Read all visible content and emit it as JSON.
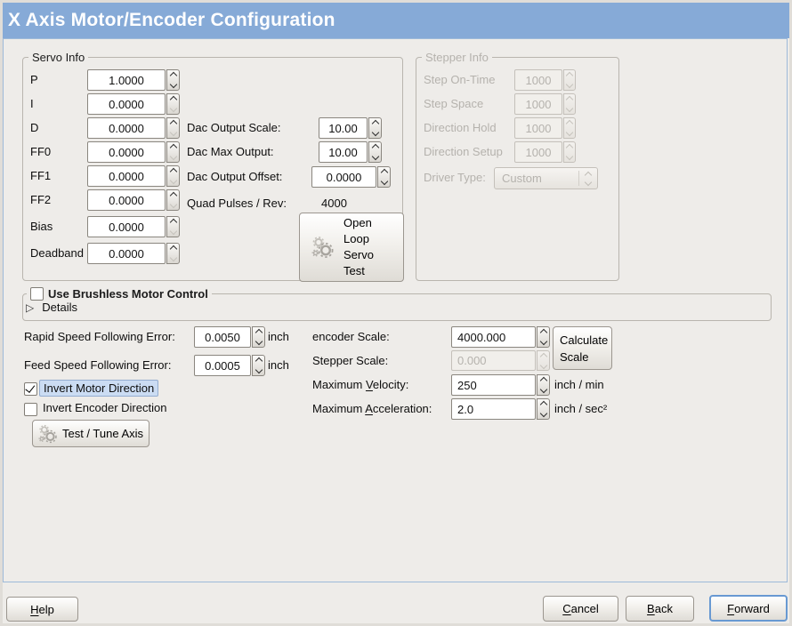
{
  "window": {
    "title": "X Axis Motor/Encoder Configuration"
  },
  "colors": {
    "titlebar": "#86aad7",
    "selection_highlight": "#cbdcf3",
    "focus_border": "#6899d2",
    "disabled_text": "#b5b2ad",
    "frame_border": "#b9b5ae"
  },
  "icons": {
    "details_expander": "▷",
    "open_loop_gears": "two-gears",
    "test_tune_gears": "two-gears",
    "spin_up": "chevron-up",
    "spin_down": "chevron-down",
    "combo_arrows": "chevron-up-down",
    "checkmark": "✓"
  },
  "servo_info": {
    "legend": "Servo Info",
    "rows": [
      {
        "label": "P",
        "value": "1.0000"
      },
      {
        "label": "I",
        "value": "0.0000"
      },
      {
        "label": "D",
        "value": "0.0000"
      },
      {
        "label": "FF0",
        "value": "0.0000"
      },
      {
        "label": "FF1",
        "value": "0.0000"
      },
      {
        "label": "FF2",
        "value": "0.0000"
      },
      {
        "label": "Bias",
        "value": "0.0000"
      },
      {
        "label": "Deadband",
        "value": "0.0000"
      }
    ],
    "dac": [
      {
        "label": "Dac Output Scale:",
        "value": "10.00"
      },
      {
        "label": "Dac Max Output:",
        "value": "10.00"
      },
      {
        "label": "Dac Output Offset:",
        "value": "0.0000"
      }
    ],
    "quad_pulses_label": "Quad Pulses / Rev:",
    "quad_pulses_value": "4000",
    "open_loop_button": "Open\nLoop\nServo\nTest"
  },
  "stepper_info": {
    "legend": "Stepper Info",
    "rows": [
      {
        "label": "Step On-Time",
        "value": "1000"
      },
      {
        "label": "Step Space",
        "value": "1000"
      },
      {
        "label": "Direction Hold",
        "value": "1000"
      },
      {
        "label": "Direction Setup",
        "value": "1000"
      }
    ],
    "driver_type_label": "Driver Type:",
    "driver_type_value": "Custom"
  },
  "brushless": {
    "checkbox_label": "Use Brushless Motor Control",
    "details_label": "Details"
  },
  "following_error": {
    "rapid_label": "Rapid Speed Following Error:",
    "rapid_value": "0.0050",
    "rapid_unit": "inch",
    "feed_label": "Feed Speed Following Error:",
    "feed_value": "0.0005",
    "feed_unit": "inch"
  },
  "options": {
    "invert_motor_label": "Invert Motor Direction",
    "invert_encoder_label": "Invert Encoder Direction",
    "test_tune_button": "Test / Tune Axis"
  },
  "scales": {
    "encoder_scale_label": "encoder Scale:",
    "encoder_scale_value": "4000.000",
    "calculate_scale_button": "Calculate\nScale",
    "stepper_scale_label": "Stepper Scale:",
    "stepper_scale_value": "0.000",
    "max_velocity": {
      "pre": "Maximum ",
      "u": "V",
      "post": "elocity:"
    },
    "max_velocity_value": "250",
    "max_velocity_unit": "inch / min",
    "max_accel": {
      "pre": "Maximum ",
      "u": "A",
      "post": "cceleration:"
    },
    "max_accel_value": "2.0",
    "max_accel_unit": "inch / sec²"
  },
  "actions": {
    "help": {
      "u": "H",
      "post": "elp"
    },
    "cancel": {
      "u": "C",
      "post": "ancel"
    },
    "back": {
      "u": "B",
      "post": "ack"
    },
    "forward": {
      "u": "F",
      "post": "orward"
    }
  }
}
